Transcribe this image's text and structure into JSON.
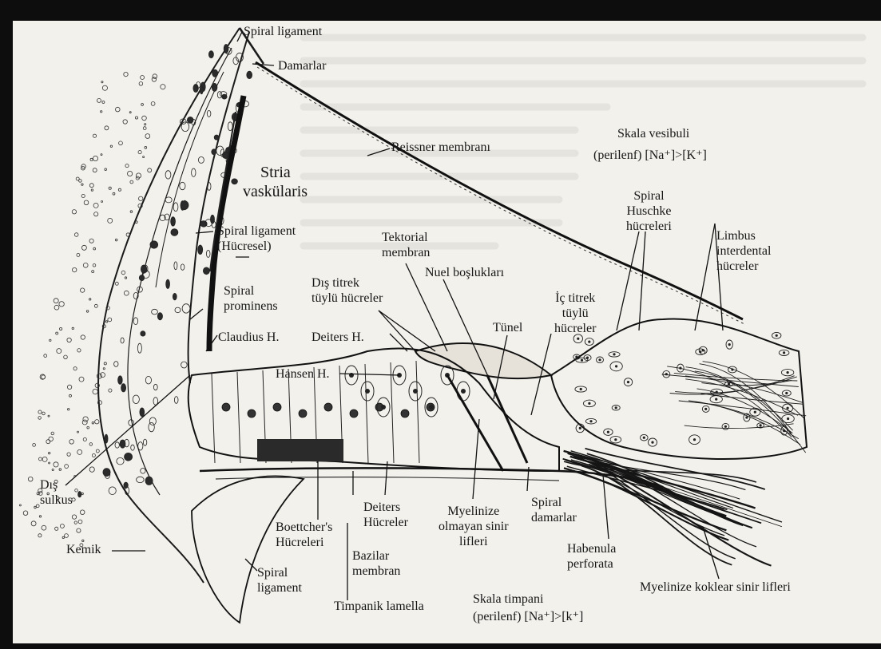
{
  "labels": {
    "spiral_ligament_top": "Spiral ligament",
    "damarlar": "Damarlar",
    "reissner": "Reissner membranı",
    "skala_vesibuli_1": "Skala vesibuli",
    "skala_vesibuli_2": "(perilenf) [Na⁺]>[K⁺]",
    "stria_1": "Stria",
    "stria_2": "vaskülaris",
    "spiral_huschke_1": "Spiral",
    "spiral_huschke_2": "Huschke",
    "spiral_huschke_3": "hücreleri",
    "limbus_1": "Limbus",
    "limbus_2": "interdental",
    "limbus_3": "hücreler",
    "spiral_lig_cell_1": "Spiral ligament",
    "spiral_lig_cell_2": "(Hücresel)",
    "tektorial_1": "Tektorial",
    "tektorial_2": "membran",
    "nuel": "Nuel boşlukları",
    "dis_titrek_1": "Dış titrek",
    "dis_titrek_2": "tüylü hücreler",
    "spiral_prominens_1": "Spiral",
    "spiral_prominens_2": "prominens",
    "ic_titrek_1": "İç titrek",
    "ic_titrek_2": "tüylü",
    "ic_titrek_3": "hücreler",
    "tunel": "Tünel",
    "claudius": "Claudius H.",
    "deiters_h": "Deiters H.",
    "hansen": "Hansen H.",
    "dis_sulkus_1": "Dış",
    "dis_sulkus_2": "sulkus",
    "kemik": "Kemik",
    "boettcher_1": "Boettcher's",
    "boettcher_2": "Hücreleri",
    "deiters_hucreler_1": "Deiters",
    "deiters_hucreler_2": "Hücreler",
    "myelinize_olmayan_1": "Myelinize",
    "myelinize_olmayan_2": "olmayan sinir",
    "myelinize_olmayan_3": "lifleri",
    "spiral_damarlar_1": "Spiral",
    "spiral_damarlar_2": "damarlar",
    "habenula_1": "Habenula",
    "habenula_2": "perforata",
    "bazilar_1": "Bazilar",
    "bazilar_2": "membran",
    "spiral_lig_bottom_1": "Spiral",
    "spiral_lig_bottom_2": "ligament",
    "timpanik": "Timpanik lamella",
    "skala_timpani_1": "Skala timpani",
    "skala_timpani_2": "(perilenf) [Na⁺]>[k⁺]",
    "myelinize_koklear": "Myelinize koklear sinir lifleri"
  },
  "colors": {
    "ink": "#161616",
    "paper": "#f2f1ec",
    "border": "#0d0d0d"
  }
}
